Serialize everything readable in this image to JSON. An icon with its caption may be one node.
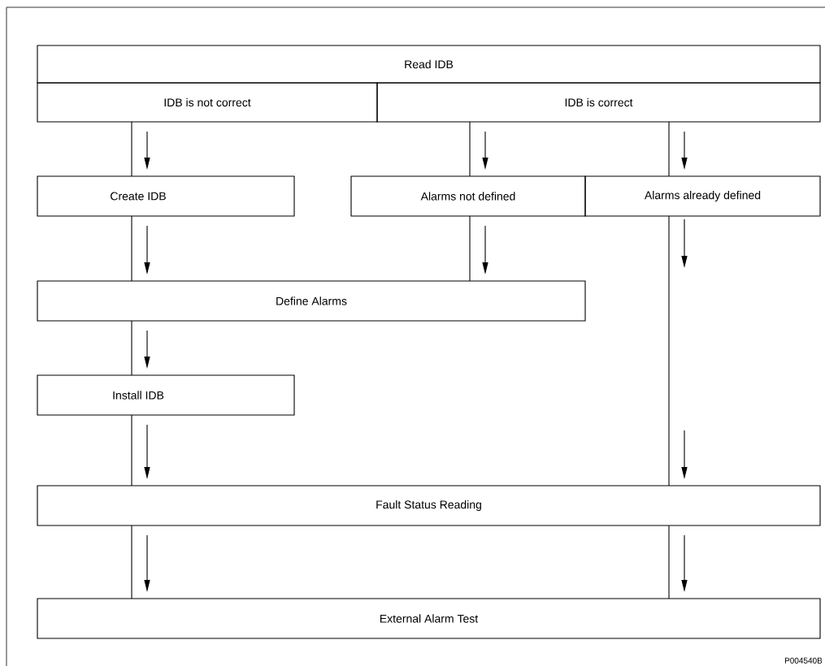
{
  "diagram": {
    "nodes": [
      {
        "text": [
          "Read IDB"
        ]
      },
      {
        "text": [
          "IDB is not correct"
        ]
      },
      {
        "text": [
          "IDB is correct"
        ]
      },
      {
        "text": [
          "Create IDB"
        ]
      },
      {
        "text": [
          "Alarms not defined"
        ]
      },
      {
        "text": [
          "Alarms already defined"
        ]
      },
      {
        "text": [
          "Define Alarms"
        ]
      },
      {
        "text": [
          "Install IDB"
        ]
      },
      {
        "text": [
          "Fault Status Reading"
        ]
      },
      {
        "text": [
          "External Alarm Test"
        ]
      }
    ],
    "edges": [
      {
        "from": 1,
        "to": 3,
        "arrow": "none"
      },
      {
        "from": 2,
        "to": 4,
        "arrow": "none"
      },
      {
        "from": 2,
        "to": 5,
        "arrow": "none"
      },
      {
        "from": 3,
        "to": 6,
        "arrow": "none"
      },
      {
        "from": 4,
        "to": 6,
        "arrow": "none"
      },
      {
        "from": 6,
        "to": 7,
        "arrow": "none"
      },
      {
        "from": 5,
        "to": 8,
        "arrow": "none"
      },
      {
        "from": 7,
        "to": 8,
        "arrow": "none"
      },
      {
        "from": 8,
        "to": 9,
        "arrow": "none"
      },
      {
        "from": 8,
        "to": 9,
        "arrow": "none"
      }
    ],
    "labels": [
      "P004540B"
    ]
  }
}
